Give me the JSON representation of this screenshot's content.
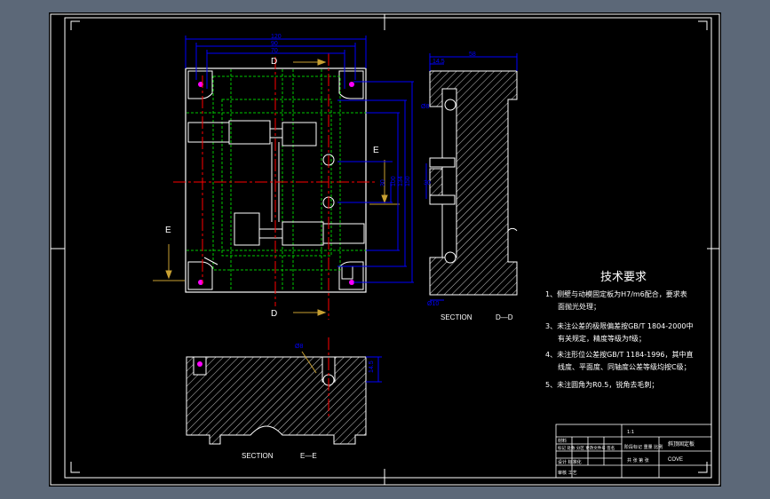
{
  "drawing": {
    "section_labels": {
      "plan_top": "D",
      "plan_bottom": "D",
      "plan_left": "E",
      "plan_right": "E",
      "section_dd_word": "SECTION",
      "section_dd_name": "D—D",
      "section_ee_word": "SECTION",
      "section_ee_name": "E—E"
    },
    "dimensions": {
      "top_120": "120",
      "top_90": "90",
      "top_70": "70",
      "right_30": "30",
      "right_100": "100",
      "right_134": "134",
      "right_150": "150",
      "dd_58": "58",
      "dd_14_5": "14.5",
      "dd_8": "Ø8",
      "dd_30": "30",
      "dd_10": "Ø10",
      "ee_8": "Ø8",
      "ee_14_5": "14.5"
    },
    "colors": {
      "background": "#000000",
      "frame": "#ffffff",
      "dimension": "#0000ff",
      "centerline": "#ff0000",
      "hidden_line": "#00c800",
      "hole_marker": "#ff00ff",
      "leader": "#c8a032"
    }
  },
  "technical_requirements": {
    "title": "技术要求",
    "items": [
      "1、侧壁与动模固定板为H7/m6配合，要求表",
      "面抛光处理；",
      "3、未注公差的极限偏差按GB/T 1804-2000中",
      "有关规定，精度等级为f级；",
      "4、未注形位公差按GB/T 1184-1996，其中直",
      "线度、平面度、同轴度公差等级均按C级；",
      "5、未注圆角为R0.5，锐角去毛刺；"
    ]
  },
  "title_block": {
    "label_a": "材料",
    "label_b": "标记 处数 分区 更改文件号 签名",
    "label_c": "设计 标准化",
    "label_d": "审核 工艺",
    "label_e": "阶段标记 重量 比例",
    "label_f": "共 张 第 张",
    "part_name": "斜顶固定板",
    "part_code": "COVE",
    "scale": "1:1"
  }
}
